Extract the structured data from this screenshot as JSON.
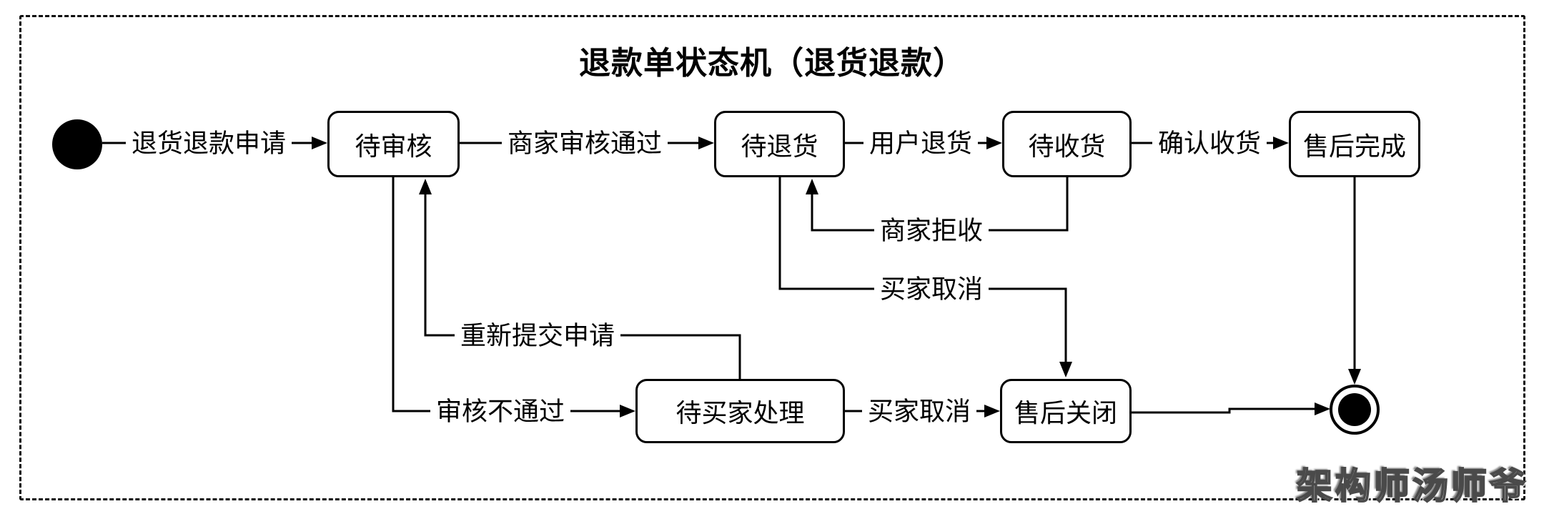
{
  "title": "退款单状态机（退货退款）",
  "watermark": "架构师汤师爷",
  "colors": {
    "stroke": "#000000",
    "background": "#ffffff",
    "frame_dash": "#0d0d0d"
  },
  "markers": {
    "initial_state": "filled-black-circle",
    "final_state": "double-circle-bullseye"
  },
  "states": {
    "pending_review": {
      "label": "待审核"
    },
    "pending_return": {
      "label": "待退货"
    },
    "pending_receive": {
      "label": "待收货"
    },
    "aftersale_done": {
      "label": "售后完成"
    },
    "pending_buyer": {
      "label": "待买家处理"
    },
    "aftersale_closed": {
      "label": "售后关闭"
    }
  },
  "transitions": {
    "apply": {
      "label": "退货退款申请",
      "from": "initial",
      "to": "pending_review"
    },
    "merchant_approve": {
      "label": "商家审核通过",
      "from": "pending_review",
      "to": "pending_return"
    },
    "user_return": {
      "label": "用户退货",
      "from": "pending_return",
      "to": "pending_receive"
    },
    "confirm_receive": {
      "label": "确认收货",
      "from": "pending_receive",
      "to": "aftersale_done"
    },
    "merchant_reject": {
      "label": "商家拒收",
      "from": "pending_receive",
      "to": "pending_return"
    },
    "buyer_cancel_1": {
      "label": "买家取消",
      "from": "pending_return",
      "to": "aftersale_closed"
    },
    "review_fail": {
      "label": "审核不通过",
      "from": "pending_review",
      "to": "pending_buyer"
    },
    "resubmit": {
      "label": "重新提交申请",
      "from": "pending_buyer",
      "to": "pending_review"
    },
    "buyer_cancel_2": {
      "label": "买家取消",
      "from": "pending_buyer",
      "to": "aftersale_closed"
    },
    "done_to_end": {
      "label": "",
      "from": "aftersale_done",
      "to": "final"
    },
    "closed_to_end": {
      "label": "",
      "from": "aftersale_closed",
      "to": "final"
    }
  }
}
